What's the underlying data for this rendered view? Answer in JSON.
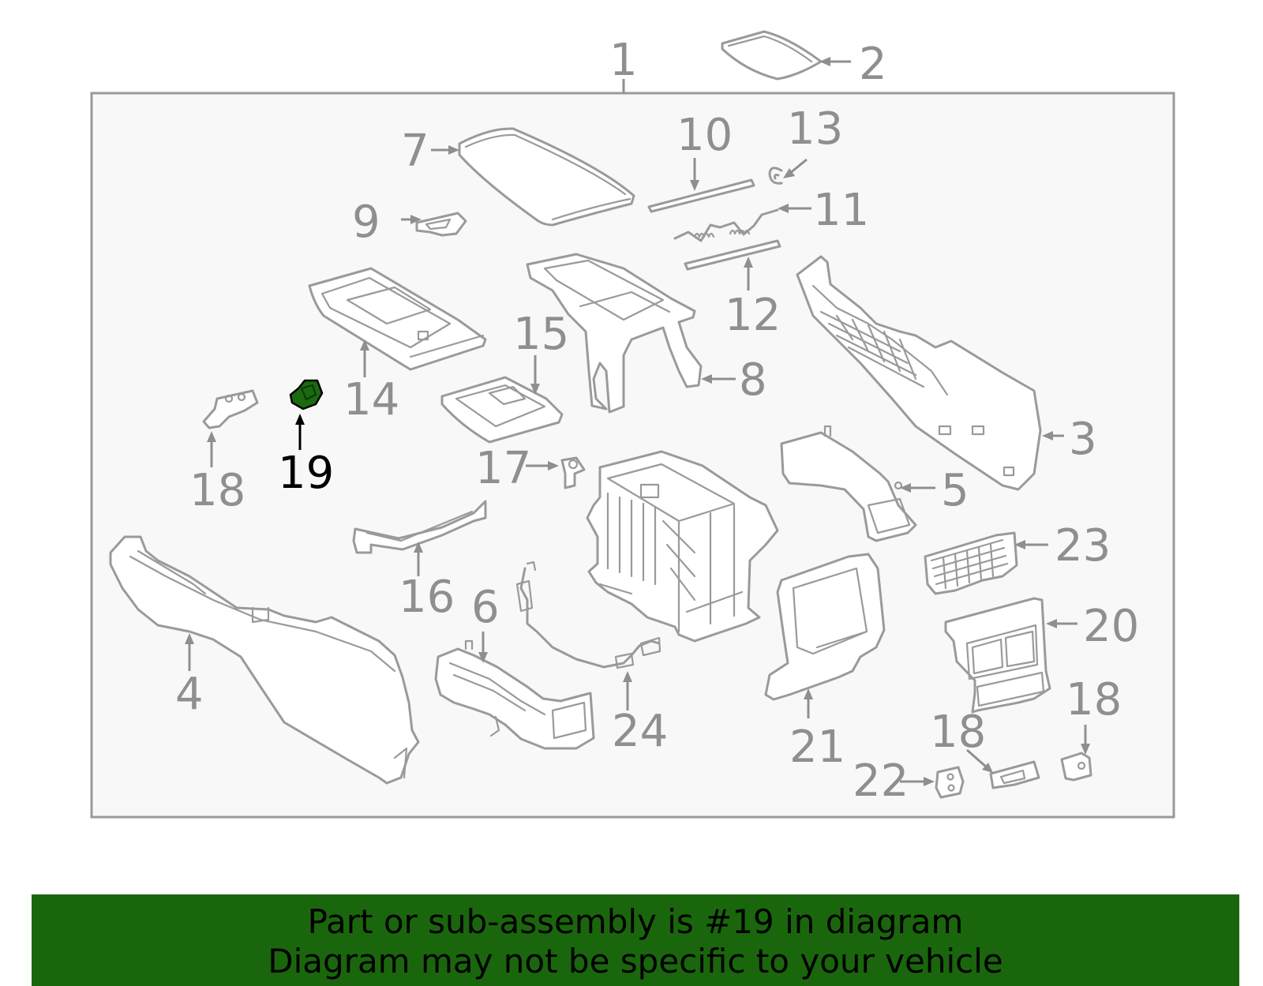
{
  "diagram": {
    "highlight_color": "#1a6b10",
    "line_color": "#9a9a9a",
    "callouts": {
      "c1": "1",
      "c2": "2",
      "c3": "3",
      "c4": "4",
      "c5": "5",
      "c6": "6",
      "c7": "7",
      "c8": "8",
      "c9": "9",
      "c10": "10",
      "c11": "11",
      "c12": "12",
      "c13": "13",
      "c14": "14",
      "c15": "15",
      "c16": "16",
      "c17": "17",
      "c18a": "18",
      "c18b": "18",
      "c18c": "18",
      "c19": "19",
      "c20": "20",
      "c21": "21",
      "c22": "22",
      "c23": "23",
      "c24": "24"
    }
  },
  "footer": {
    "line1": "Part or sub-assembly is #19 in diagram",
    "line2": "Diagram may not be specific to your vehicle",
    "background_color": "#1a660d"
  }
}
